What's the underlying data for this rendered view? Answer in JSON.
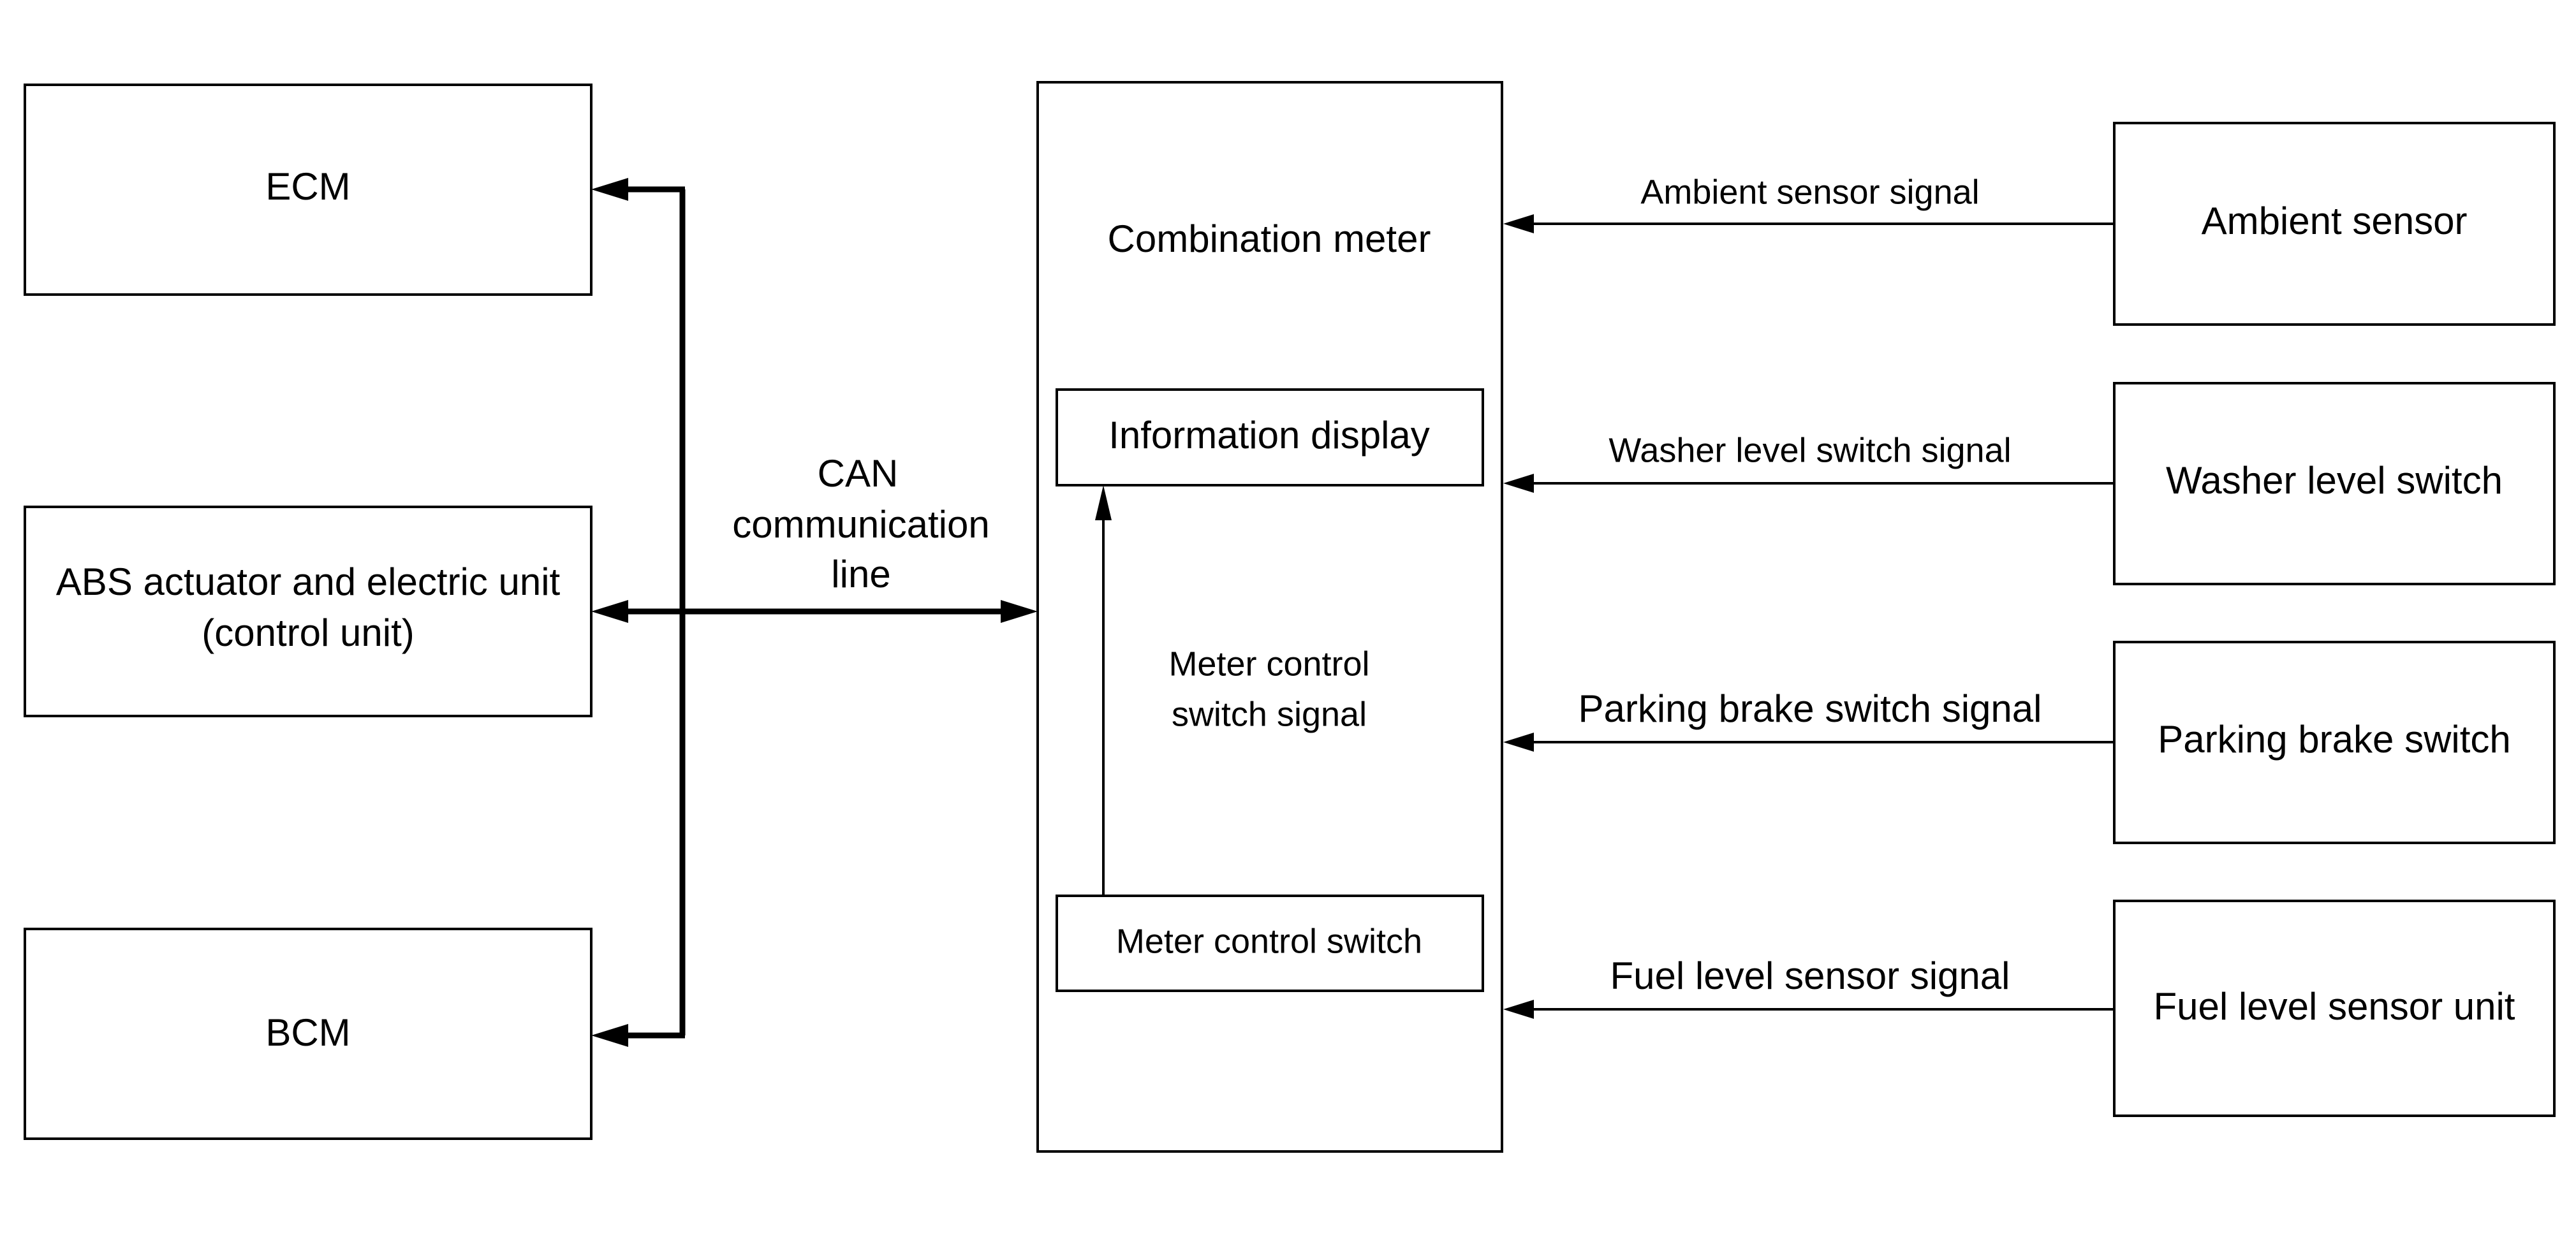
{
  "left_units": {
    "ecm": "ECM",
    "abs_line1": "ABS actuator and electric unit",
    "abs_line2": "(control unit)",
    "bcm": "BCM"
  },
  "can_label": [
    "CAN",
    "communication",
    "line"
  ],
  "combination_meter": {
    "title": "Combination meter",
    "information_display": "Information display",
    "meter_control_switch": "Meter control switch",
    "meter_control_signal": [
      "Meter control",
      "switch signal"
    ]
  },
  "right_units": {
    "ambient_sensor": "Ambient sensor",
    "washer_level_switch": "Washer level switch",
    "parking_brake_switch": "Parking brake switch",
    "fuel_level_sensor_unit": "Fuel level sensor unit"
  },
  "signals": {
    "ambient": "Ambient sensor signal",
    "washer": "Washer level switch signal",
    "parking": "Parking brake switch signal",
    "fuel": "Fuel level sensor signal"
  }
}
